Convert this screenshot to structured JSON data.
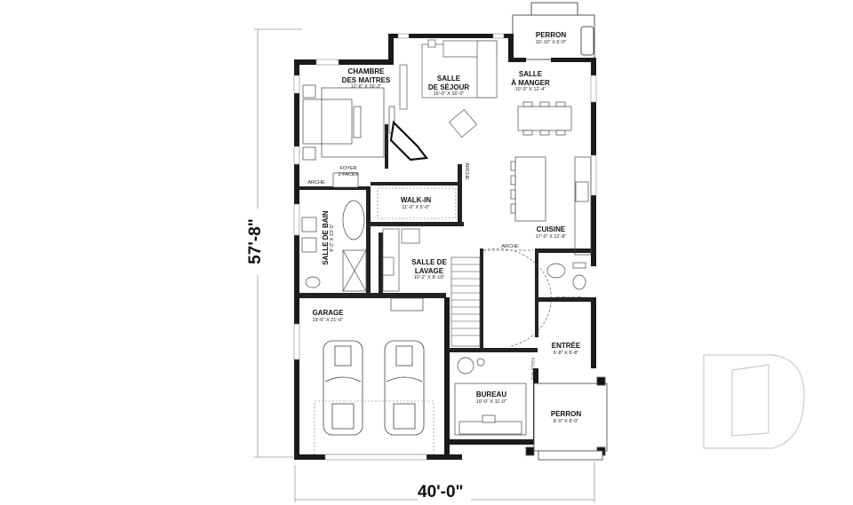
{
  "plan": {
    "overall_depth": "57'-8\"",
    "overall_width": "40'-0\""
  },
  "rooms": {
    "perron_back": {
      "name": "PERRON",
      "dims": "10'-10\" X 6'-0\""
    },
    "salle_a_manger": {
      "name_line1": "SALLE",
      "name_line2": "À MANGER",
      "dims": "10'-0\" X 12'-4\""
    },
    "chambre": {
      "name_line1": "CHAMBRE",
      "name_line2": "DES MAITRES",
      "dims": "12'-6\" X 16'-2\""
    },
    "salle_sejour": {
      "name_line1": "SALLE",
      "name_line2": "DE SÉJOUR",
      "dims": "15'-0\" X 16'-0\""
    },
    "foyer": {
      "line1": "FOYER",
      "line2": "2 FACES"
    },
    "walk_in": {
      "name": "WALK-IN",
      "dims": "11'-0\" X 5'-0\""
    },
    "salle_de_bain": {
      "name": "SALLE DE BAIN",
      "dims": "9'-2\" X 13'-5\""
    },
    "cuisine": {
      "name": "CUISINE",
      "dims": "17'-0\" X 12'-8\""
    },
    "salle_lavage": {
      "name_line1": "SALLE DE",
      "name_line2": "LAVAGE",
      "dims": "10'-2\" X 8'-10\""
    },
    "powder_room": {
      "dims": "6'-8\" X 5'-2\""
    },
    "garage": {
      "name": "GARAGE",
      "dims": "19'-6\" X 21'-0\""
    },
    "entree": {
      "name": "ENTRÉE",
      "dims": "6'-8\" X 6'-8\""
    },
    "bureau": {
      "name": "BUREAU",
      "dims": "10'-0\" X 11'-0\""
    },
    "perron_front": {
      "name": "PERRON",
      "dims": "8'-0\" X 8'-0\""
    }
  },
  "annotations": {
    "arche_bath": "ARCHE",
    "arche_walkin": "ARCHE",
    "arche_kitchen": "ARCHE",
    "tablettes": "TABLETTES"
  },
  "watermark": {
    "glyph": "D-logo"
  }
}
